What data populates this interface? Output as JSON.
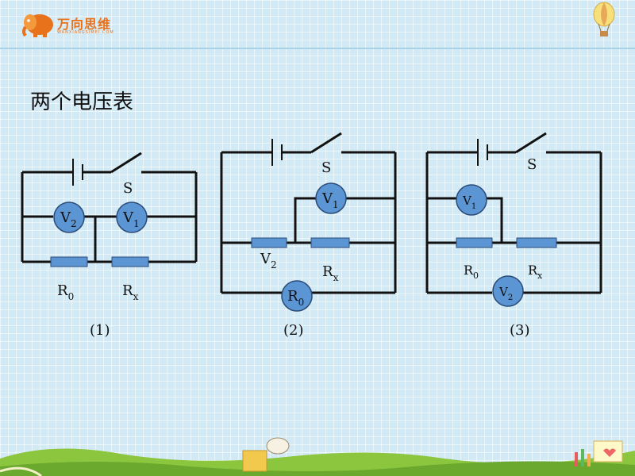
{
  "logo": {
    "name": "万向思维",
    "url_text": "WANXIANGSIMEI.COM",
    "brand_color": "#e8721c"
  },
  "title": "两个电压表",
  "circuits": [
    {
      "caption": "(1)",
      "switch_label": "S",
      "meters": [
        {
          "letter": "V",
          "sub": "2"
        },
        {
          "letter": "V",
          "sub": "1"
        }
      ],
      "resistors": [
        {
          "letter": "R",
          "sub": "0"
        },
        {
          "letter": "R",
          "sub": "x"
        }
      ]
    },
    {
      "caption": "(2)",
      "switch_label": "S",
      "meters": [
        {
          "letter": "V",
          "sub": "1"
        },
        {
          "letter": "R",
          "sub": "0"
        }
      ],
      "labels": [
        {
          "letter": "V",
          "sub": "2"
        },
        {
          "letter": "R",
          "sub": "x"
        }
      ]
    },
    {
      "caption": "(3)",
      "switch_label": "S",
      "meters": [
        {
          "letter": "V",
          "sub": "1"
        },
        {
          "letter": "V",
          "sub": "2"
        }
      ],
      "resistors": [
        {
          "letter": "R",
          "sub": "0"
        },
        {
          "letter": "R",
          "sub": "x"
        }
      ]
    }
  ],
  "colors": {
    "meter_fill": "#5c95d3",
    "meter_stroke": "#2b4b77",
    "resistor_fill": "#5c95d3",
    "wire": "#111111"
  }
}
